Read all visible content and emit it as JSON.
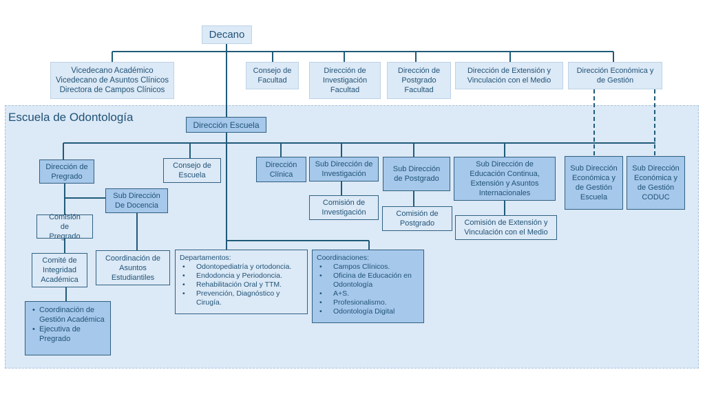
{
  "decano": "Decano",
  "facultad": {
    "vicedecanos": [
      "Vicedecano Académico",
      "Vicedecano de Asuntos Clínicos",
      "Directora de Campos Clínicos"
    ],
    "consejo_facultad": "Consejo de Facultad",
    "direccion_investigacion": "Dirección de Investigación Facultad",
    "direccion_postgrado": "Dirección de Postgrado Facultad",
    "direccion_extension": "Dirección de Extensión y Vinculación con el Medio",
    "direccion_economica": "Dirección Económica y de Gestión"
  },
  "escuela": {
    "title": "Escuela de Odontología",
    "direccion_escuela": "Dirección Escuela",
    "direccion_pregrado": "Dirección de Pregrado",
    "consejo_escuela": "Consejo de Escuela",
    "direccion_clinica": "Dirección Clínica",
    "subdir_investigacion": "Sub Dirección de Investigación",
    "subdir_postgrado": "Sub Dirección de Postgrado",
    "subdir_educacion_continua": "Sub Dirección de Educación Continua, Extensión y Asuntos Internacionales",
    "subdir_economica_escuela": "Sub Dirección Económica y de Gestión Escuela",
    "subdir_economica_coduc": "Sub Dirección Económica y de Gestión CODUC",
    "comision_investigacion": "Comisión de Investigación",
    "comision_postgrado": "Comisión de Postgrado",
    "comision_extension": "Comisión de Extensión y Vinculación con el Medio",
    "subdir_docencia": "Sub Dirección De Docencia",
    "comision_pregrado": "Comisión de Pregrado",
    "comite_integridad": "Comité de Integridad Académica",
    "coordinacion_asuntos": "Coordinación de Asuntos Estudiantiles",
    "coordinacion_gestion": [
      "Coordinación de Gestión Académica",
      "Ejecutiva de Pregrado"
    ],
    "departamentos": {
      "title": "Departamentos:",
      "items": [
        "Odontopediatría y ortodoncia.",
        "Endodoncia y Periodoncia.",
        "Rehabilitación Oral y TTM.",
        "Prevención, Diagnóstico y Cirugía."
      ]
    },
    "coordinaciones": {
      "title": "Coordinaciones:",
      "items": [
        "Campos Clínicos.",
        "Oficina de Educación en Odontología",
        "A+S.",
        "Profesionalismo.",
        "Odontología Digital"
      ]
    }
  },
  "colors": {
    "top_box": "#dce9f6",
    "dark_box": "#a6c8ea",
    "line": "#1f5a78",
    "text": "#1f5276"
  }
}
